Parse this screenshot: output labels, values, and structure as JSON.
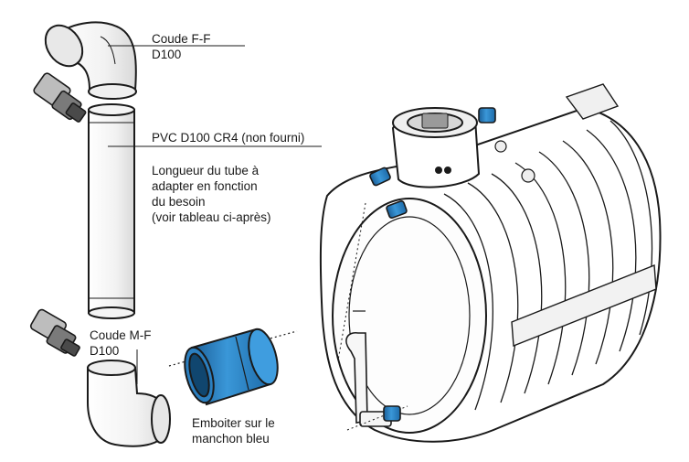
{
  "labels": {
    "elbow_ff": [
      "Coude F-F",
      "D100"
    ],
    "pvc": "PVC D100 CR4 (non fourni)",
    "length_note": [
      "Longueur du tube à",
      "adapter en fonction",
      "du besoin",
      "(voir tableau ci-après)"
    ],
    "elbow_mf": [
      "Coude M-F",
      "D100"
    ],
    "sleeve": [
      "Emboiter sur le",
      "manchon bleu"
    ]
  },
  "colors": {
    "accent_blue": "#2e86c8",
    "outline": "#1a1a1a",
    "fill": "#ffffff"
  }
}
